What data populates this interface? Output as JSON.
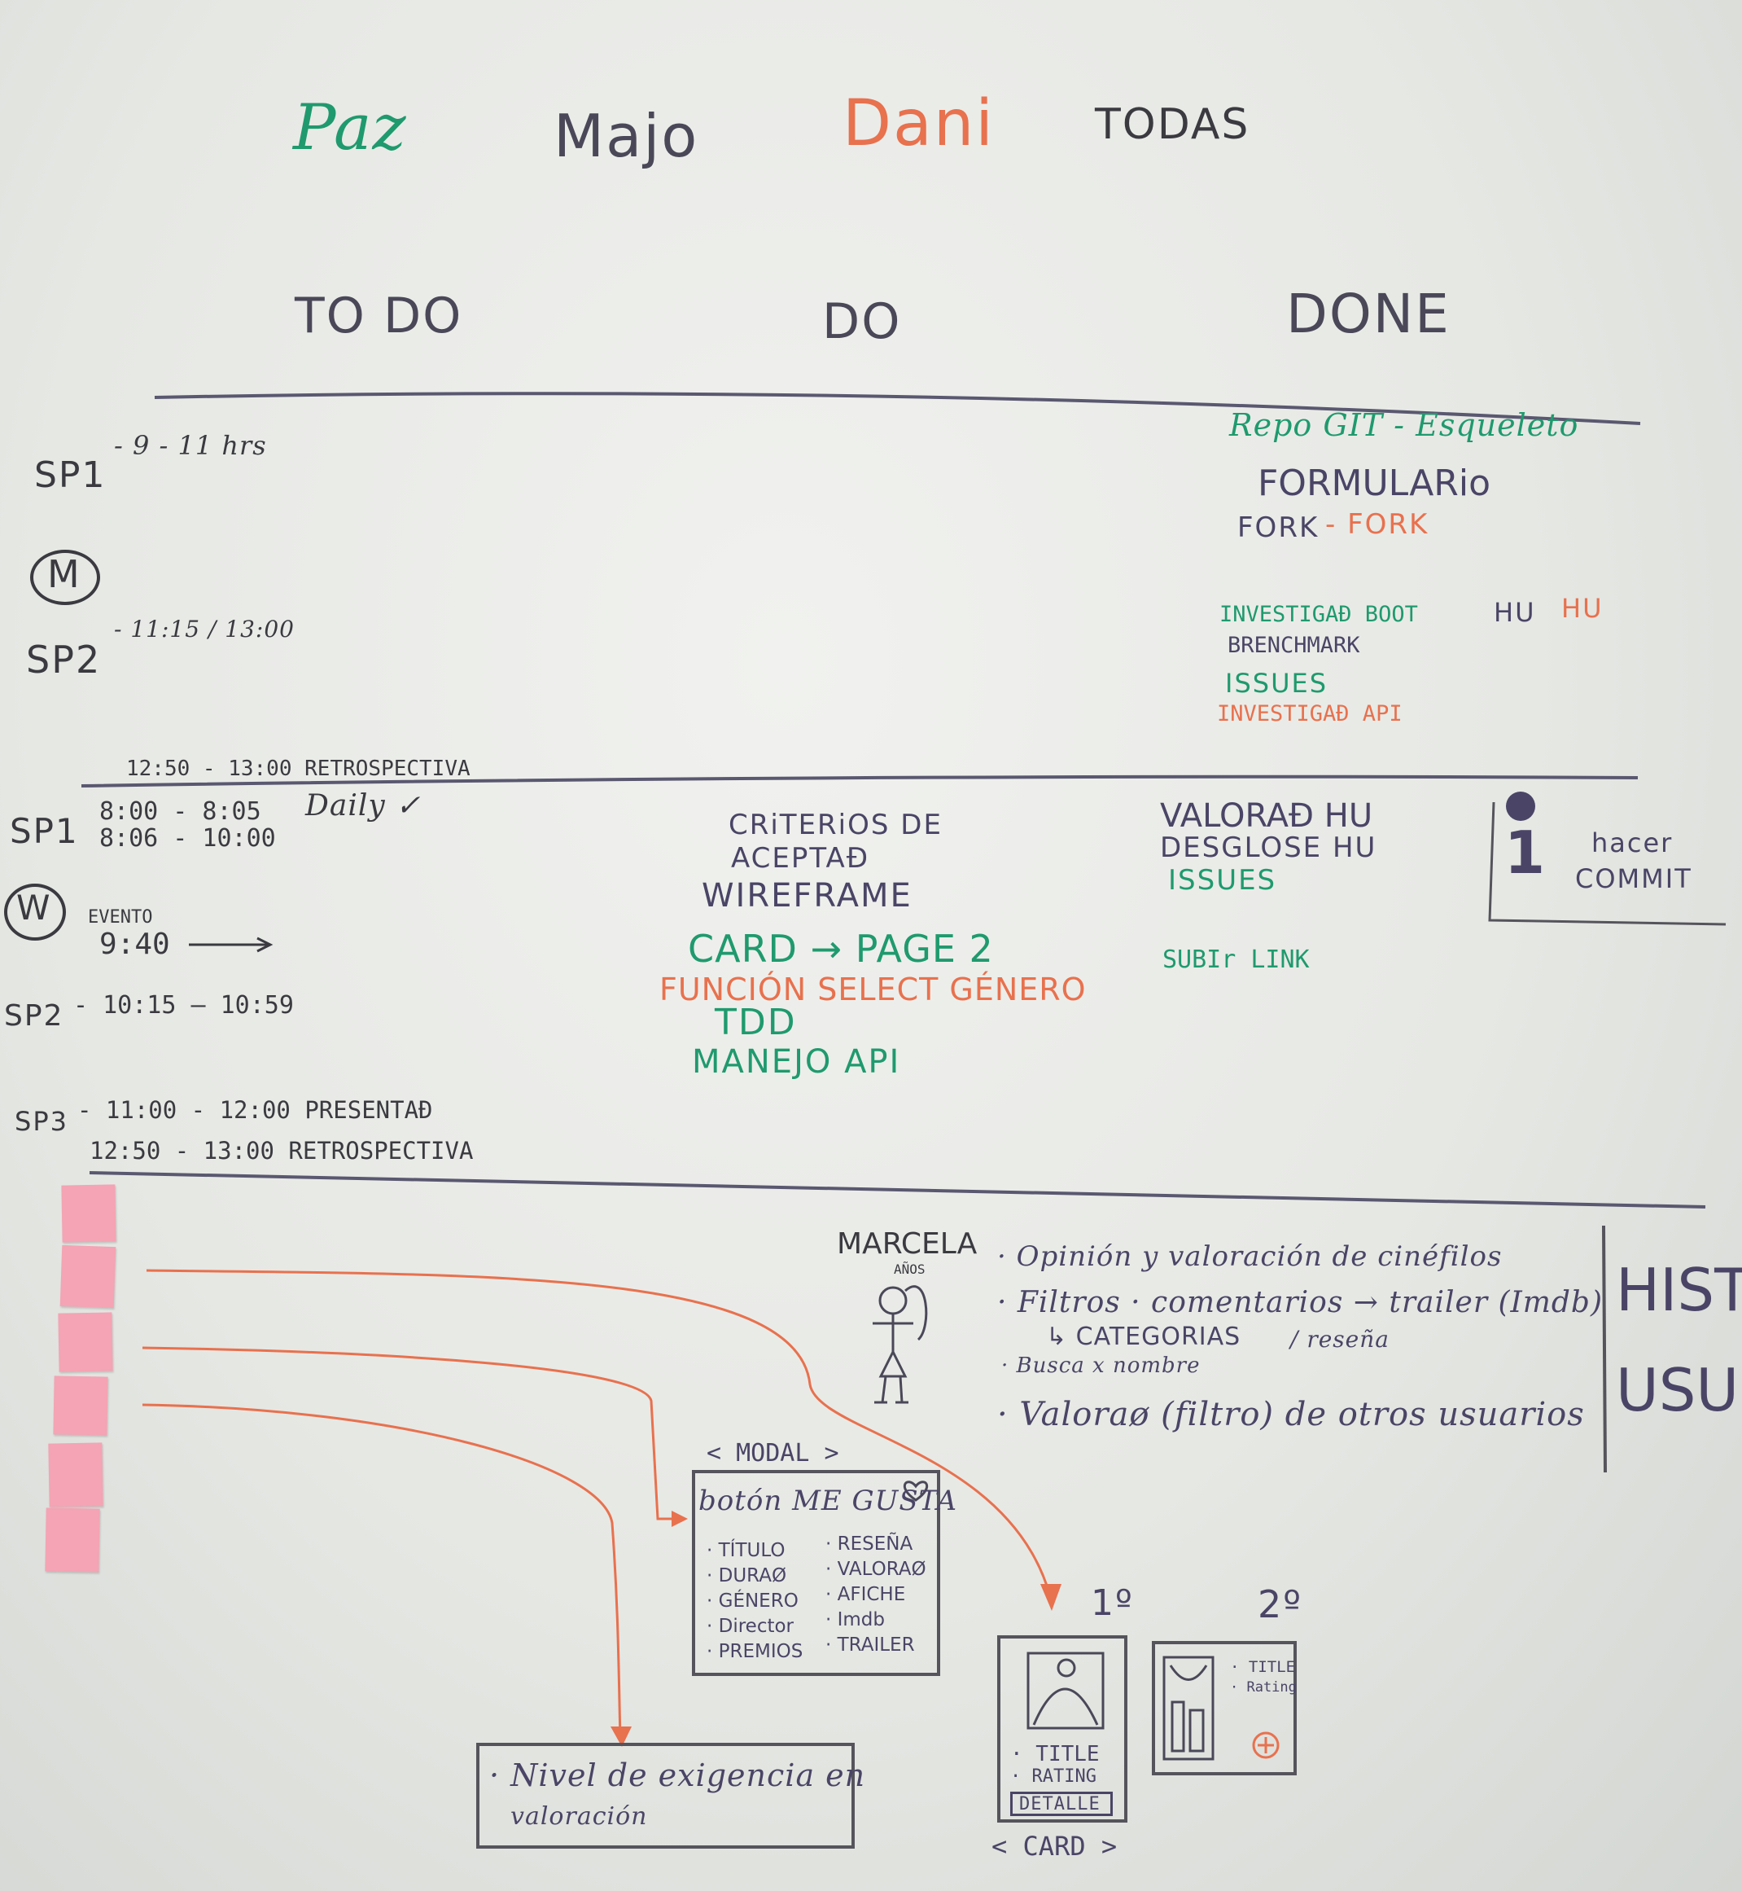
{
  "names": [
    "Paz",
    "Majo",
    "Dani",
    "TODAS"
  ],
  "columns": [
    "TO DO",
    "DO",
    "DONE"
  ],
  "week1": {
    "sp1": {
      "label": "SP1",
      "time": "- 9 - 11 hrs"
    },
    "circle": "M",
    "sp2": {
      "label": "SP2",
      "time": "- 11:15 / 13:00"
    },
    "retro": "12:50 - 13:00   RETROSPECTIVA"
  },
  "done1": {
    "repo": "Repo GIT - Esqueleto",
    "form": "FORMULARio",
    "fork1": "FORK",
    "fork2": "- FORK",
    "inv_boot": "INVESTIGAÐ BOOT",
    "hu1": "HU",
    "hu2": "HU",
    "benchmark": "BRENCHMARK",
    "issues": "ISSUES",
    "inv_api": "INVESTIGAÐ API"
  },
  "week2": {
    "sp1": {
      "label": "SP1",
      "t1": "8:00 - 8:05",
      "t2": "8:06 - 10:00",
      "daily": "Daily ✓"
    },
    "circle": "W",
    "evento": "EVENTO",
    "evento_time": "9:40",
    "sp2": {
      "label": "SP2",
      "time": "- 10:15 — 10:59"
    },
    "sp3": {
      "label": "SP3",
      "t1": "- 11:00 - 12:00  PRESENTAÐ",
      "t2": "12:50 - 13:00  RETROSPECTIVA"
    }
  },
  "do2": {
    "criterios1": "CRiTERiOS DE",
    "criterios2": "ACEPTAÐ",
    "wireframe": "WIREFRAME",
    "card": "CARD → PAGE 2",
    "funcion": "FUNCIÓN SELECT GÉNERO",
    "tdd": "TDD",
    "api": "MANEJO API"
  },
  "done2": {
    "valorac": "VALORAÐ HU",
    "desglose": "DESGLOSE HU",
    "issues": "ISSUES",
    "subir": "SUBIr LINK"
  },
  "commit": {
    "number": "1",
    "text1": "hacer",
    "text2": "COMMIT"
  },
  "persona": {
    "name": "MARCELA",
    "sub": "AÑOS"
  },
  "needs": [
    "· Opinión y valoración de cinéfilos",
    "· Filtros · comentarios → trailer (Imdb)",
    "↳ CATEGORIAS",
    "/ reseña",
    "· Busca x nombre",
    "· Valoraø (filtro) de otros usuarios"
  ],
  "hist": {
    "l1": "HIST",
    "l2": "USU"
  },
  "modal": {
    "tag": "< MODAL >",
    "title": "botón ME GUSTA",
    "left": [
      "· TÍTULO",
      "· DURAØ",
      "· GÉNERO",
      "· Director",
      "· PREMIOS"
    ],
    "right": [
      "· RESEÑA",
      "· VALORAØ",
      "· AFICHE",
      "· Imdb",
      "· TRAILER"
    ]
  },
  "nivel": {
    "l1": "· Nivel de exigencia en",
    "l2": "valoración"
  },
  "card1": {
    "num": "1º",
    "title": "· TITLE",
    "rating": "· RATING",
    "detalle": "DETALLE",
    "tag": "< CARD >"
  },
  "card2": {
    "num": "2º",
    "title": "· TITLE",
    "rating": "· Rating"
  }
}
